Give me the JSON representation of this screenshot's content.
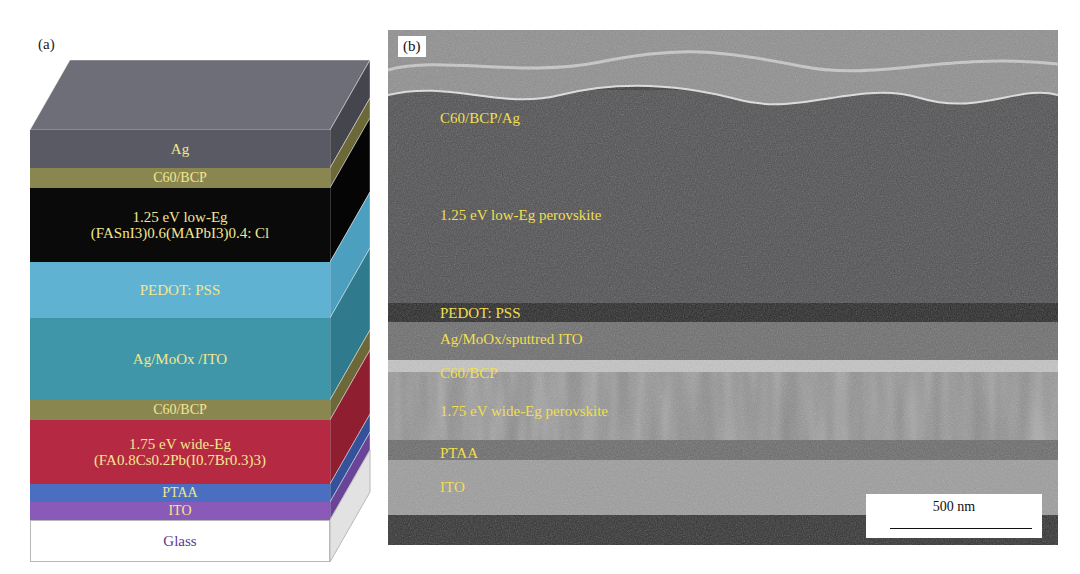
{
  "diagram": {
    "nodes": [
      {
        "text": [
          "Ag"
        ]
      },
      {
        "text": [
          "C60/BCP"
        ]
      },
      {
        "text": [
          "1.25 eV low-Eg",
          "(FASnI3)0.6(MAPbI3)0.4: Cl"
        ]
      },
      {
        "text": [
          "PEDOT: PSS"
        ]
      },
      {
        "text": [
          "Ag/MoOx /ITO"
        ]
      },
      {
        "text": [
          "C60/BCP"
        ]
      },
      {
        "text": [
          "1.75 eV wide-Eg",
          "(FA0.8Cs0.2Pb(I0.7Br0.3)3)"
        ]
      },
      {
        "text": [
          "PTAA"
        ]
      },
      {
        "text": [
          "ITO"
        ]
      },
      {
        "text": [
          "Glass"
        ]
      },
      {
        "text": [
          "500 nm"
        ]
      }
    ],
    "labels": [
      "(a)",
      "(b)",
      "C60/BCP/Ag",
      "1.25 eV low-Eg perovskite",
      "PEDOT: PSS",
      "Ag/MoOx/sputtred ITO",
      "C60/BCP",
      "1.75 eV wide-Eg perovskite",
      "PTAA",
      "ITO"
    ]
  }
}
